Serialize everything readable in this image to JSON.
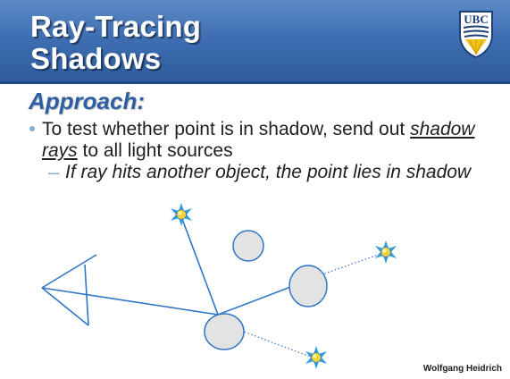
{
  "slide": {
    "title_line1": "Ray-Tracing",
    "title_line2": "Shadows",
    "logo_text": "UBC",
    "heading": "Approach:",
    "bullet_before": "To test whether point is in shadow, send out ",
    "bullet_link": "shadow rays",
    "bullet_after": " to all light sources",
    "sub_bullet": "If ray hits another object, the point lies in shadow",
    "footer": "Wolfgang Heidrich"
  },
  "diagram": {
    "light_icon": "sun-star-icon",
    "colors": {
      "ray": "#2f76c6",
      "object_fill": "#e2e2e2",
      "object_stroke": "#2f76c6",
      "light_outer": "#2f9ee0",
      "light_inner": "#f4d23a"
    }
  }
}
